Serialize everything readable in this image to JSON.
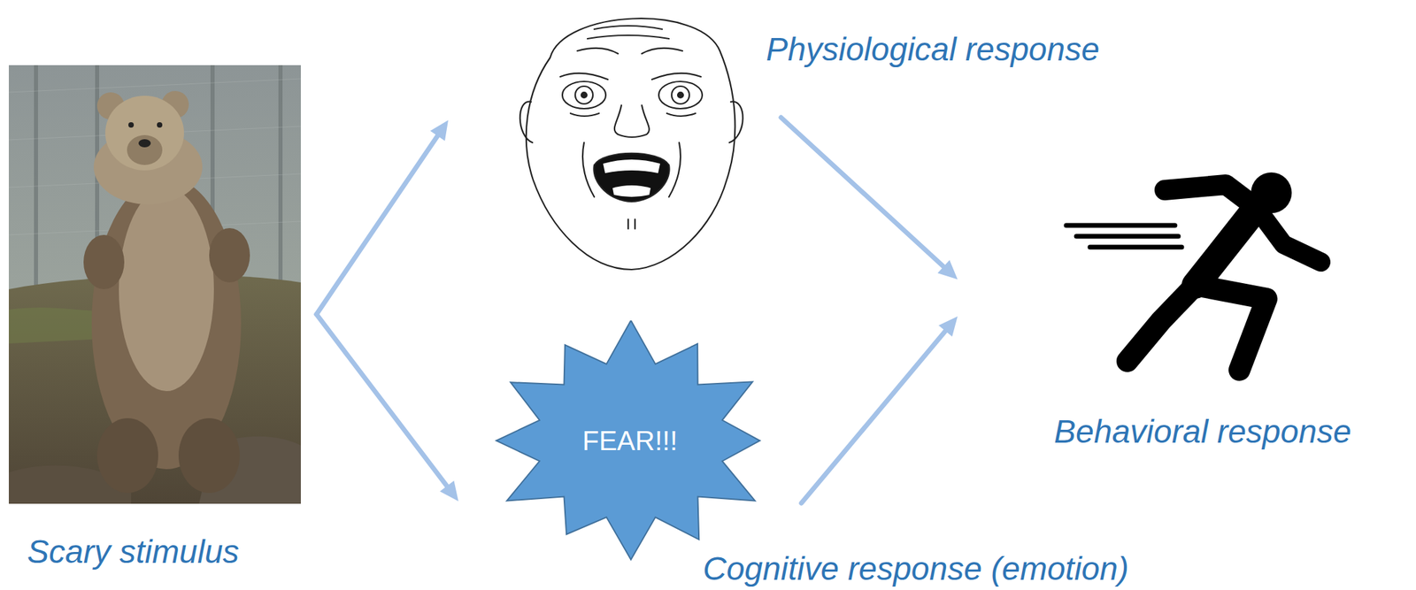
{
  "diagram": {
    "nodes": [
      {
        "text": [
          "Scary stimulus"
        ]
      },
      {
        "text": [
          "Physiological response"
        ]
      },
      {
        "text": [
          "FEAR!!!",
          "Cognitive response (emotion)"
        ]
      },
      {
        "text": [
          "Behavioral response"
        ]
      }
    ],
    "edges": [
      {
        "from": 0,
        "to": 1,
        "arrow": "to"
      },
      {
        "from": 0,
        "to": 2,
        "arrow": "to"
      },
      {
        "from": 1,
        "to": 3,
        "arrow": "to"
      },
      {
        "from": 2,
        "to": 3,
        "arrow": "to"
      }
    ]
  }
}
